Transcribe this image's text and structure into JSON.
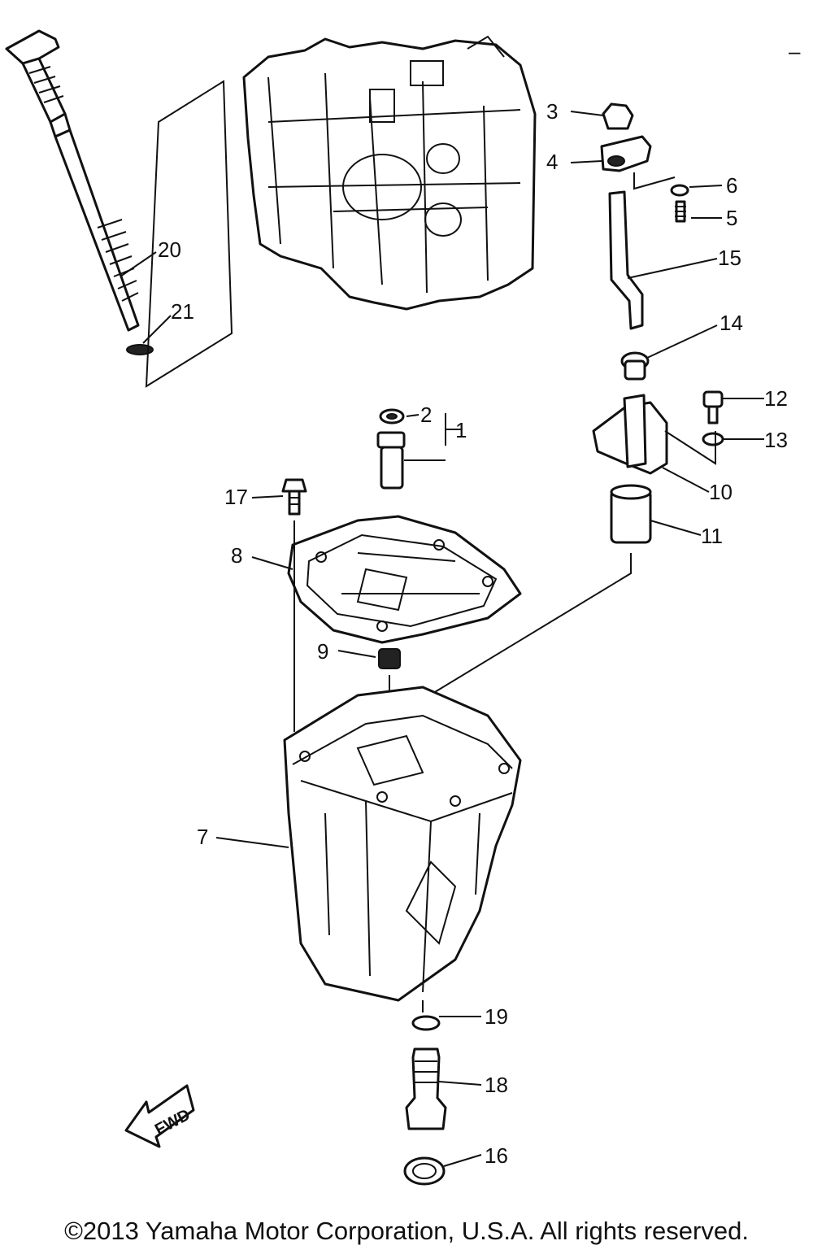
{
  "corner_mark": "–",
  "fwd_arrow_text": "FWD",
  "copyright": "©2013 Yamaha Motor Corporation, U.S.A. All rights reserved.",
  "callouts": [
    {
      "id": "1",
      "text": "1"
    },
    {
      "id": "2",
      "text": "2"
    },
    {
      "id": "3",
      "text": "3"
    },
    {
      "id": "4",
      "text": "4"
    },
    {
      "id": "5",
      "text": "5"
    },
    {
      "id": "6",
      "text": "6"
    },
    {
      "id": "7",
      "text": "7"
    },
    {
      "id": "8",
      "text": "8"
    },
    {
      "id": "9",
      "text": "9"
    },
    {
      "id": "10",
      "text": "10"
    },
    {
      "id": "11",
      "text": "11"
    },
    {
      "id": "12",
      "text": "12"
    },
    {
      "id": "13",
      "text": "13"
    },
    {
      "id": "14",
      "text": "14"
    },
    {
      "id": "15",
      "text": "15"
    },
    {
      "id": "16",
      "text": "16"
    },
    {
      "id": "17",
      "text": "17"
    },
    {
      "id": "18",
      "text": "18"
    },
    {
      "id": "19",
      "text": "19"
    },
    {
      "id": "20",
      "text": "20"
    },
    {
      "id": "21",
      "text": "21"
    }
  ]
}
